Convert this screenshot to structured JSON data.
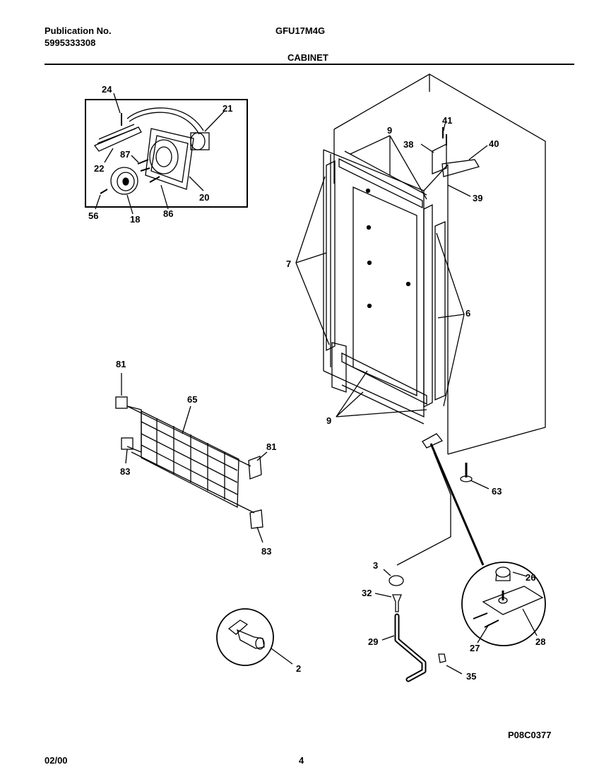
{
  "header": {
    "publication_label": "Publication No.",
    "publication_number": "5995333308",
    "model": "GFU17M4G",
    "section": "CABINET"
  },
  "footer": {
    "date": "02/00",
    "page": "4",
    "drawing_code": "P08C0377"
  },
  "callouts": {
    "c24": "24",
    "c21": "21",
    "c87": "87",
    "c22": "22",
    "c20": "20",
    "c56": "56",
    "c18": "18",
    "c86": "86",
    "c9a": "9",
    "c41": "41",
    "c38": "38",
    "c40": "40",
    "c39": "39",
    "c7": "7",
    "c6": "6",
    "c9b": "9",
    "c81a": "81",
    "c65": "65",
    "c81b": "81",
    "c83a": "83",
    "c83b": "83",
    "c63": "63",
    "c3": "3",
    "c26": "26",
    "c32": "32",
    "c27": "27",
    "c28": "28",
    "c29": "29",
    "c35": "35",
    "c2": "2"
  }
}
